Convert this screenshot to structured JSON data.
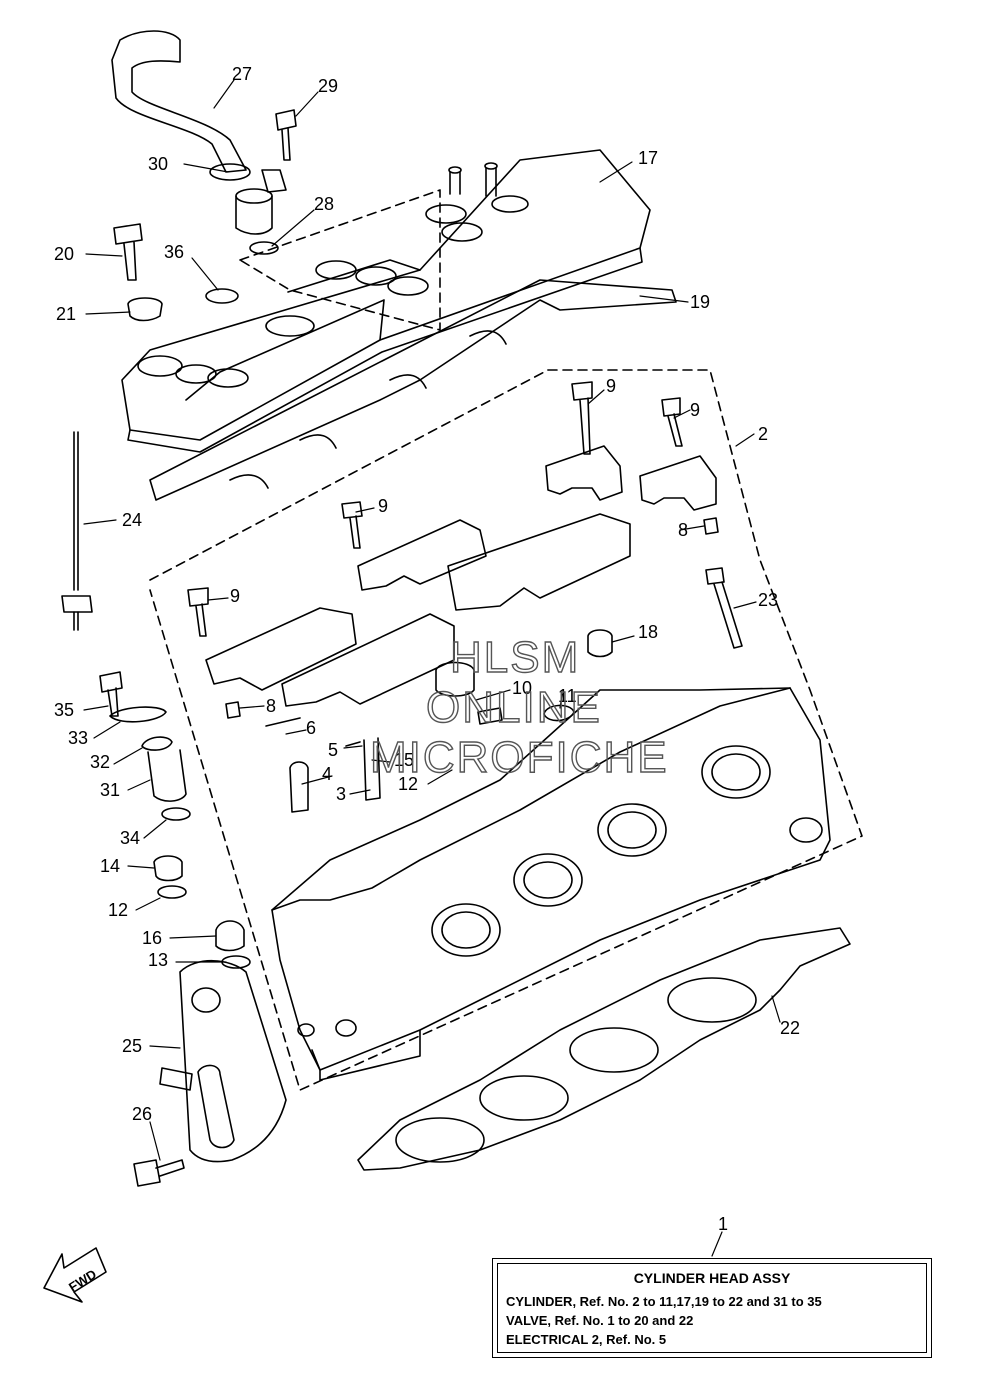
{
  "callouts": [
    {
      "id": "c27",
      "text": "27"
    },
    {
      "id": "c29",
      "text": "29"
    },
    {
      "id": "c30",
      "text": "30"
    },
    {
      "id": "c28",
      "text": "28"
    },
    {
      "id": "c17",
      "text": "17"
    },
    {
      "id": "c20",
      "text": "20"
    },
    {
      "id": "c36",
      "text": "36"
    },
    {
      "id": "c21",
      "text": "21"
    },
    {
      "id": "c19",
      "text": "19"
    },
    {
      "id": "c9a",
      "text": "9"
    },
    {
      "id": "c9b",
      "text": "9"
    },
    {
      "id": "c2",
      "text": "2"
    },
    {
      "id": "c24",
      "text": "24"
    },
    {
      "id": "c9c",
      "text": "9"
    },
    {
      "id": "c8a",
      "text": "8"
    },
    {
      "id": "c9d",
      "text": "9"
    },
    {
      "id": "c23",
      "text": "23"
    },
    {
      "id": "c18",
      "text": "18"
    },
    {
      "id": "c8b",
      "text": "8"
    },
    {
      "id": "c35",
      "text": "35"
    },
    {
      "id": "c10",
      "text": "10"
    },
    {
      "id": "c11",
      "text": "11"
    },
    {
      "id": "c33",
      "text": "33"
    },
    {
      "id": "c6",
      "text": "6"
    },
    {
      "id": "c5",
      "text": "5"
    },
    {
      "id": "c15",
      "text": "15"
    },
    {
      "id": "c32",
      "text": "32"
    },
    {
      "id": "c4",
      "text": "4"
    },
    {
      "id": "c12a",
      "text": "12"
    },
    {
      "id": "c31",
      "text": "31"
    },
    {
      "id": "c3",
      "text": "3"
    },
    {
      "id": "c34",
      "text": "34"
    },
    {
      "id": "c14",
      "text": "14"
    },
    {
      "id": "c12b",
      "text": "12"
    },
    {
      "id": "c16",
      "text": "16"
    },
    {
      "id": "c13",
      "text": "13"
    },
    {
      "id": "c22",
      "text": "22"
    },
    {
      "id": "c25",
      "text": "25"
    },
    {
      "id": "c26",
      "text": "26"
    },
    {
      "id": "c1",
      "text": "1"
    }
  ],
  "watermark": [
    "HLSM",
    "ONLINE",
    "MICROFICHE"
  ],
  "fwd_label": "FWD",
  "legend": {
    "title": "CYLINDER HEAD ASSY",
    "lines": [
      "CYLINDER,  Ref. No. 2 to 11,17,19 to 22 and 31 to 35",
      "VALVE,  Ref. No. 1 to 20 and 22",
      "ELECTRICAL 2,   Ref. No. 5"
    ]
  }
}
